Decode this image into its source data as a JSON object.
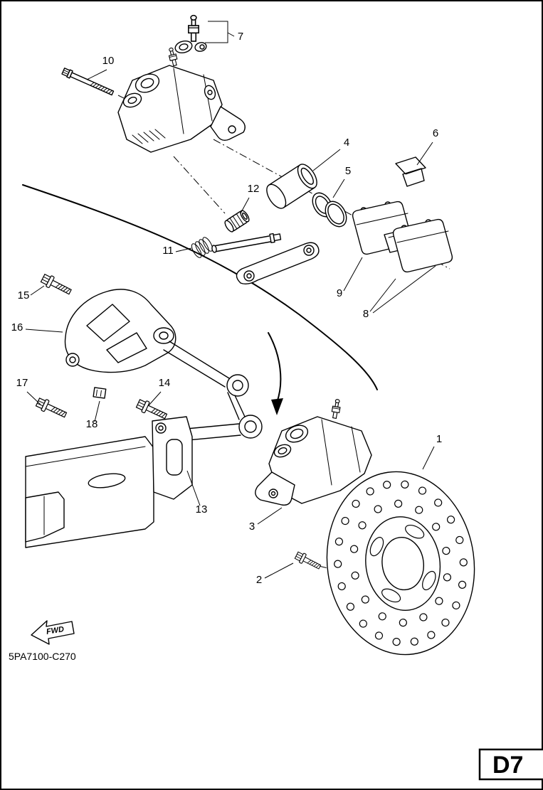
{
  "diagram": {
    "code": "5PA7100-C270",
    "page_ref": "D7",
    "fwd_label": "FWD",
    "callouts": {
      "c1": "1",
      "c2": "2",
      "c3": "3",
      "c4": "4",
      "c5": "5",
      "c6": "6",
      "c7": "7",
      "c8": "8",
      "c9": "9",
      "c10": "10",
      "c11": "11",
      "c12": "12",
      "c13": "13",
      "c14": "14",
      "c15": "15",
      "c16": "16",
      "c17": "17",
      "c18": "18"
    }
  }
}
